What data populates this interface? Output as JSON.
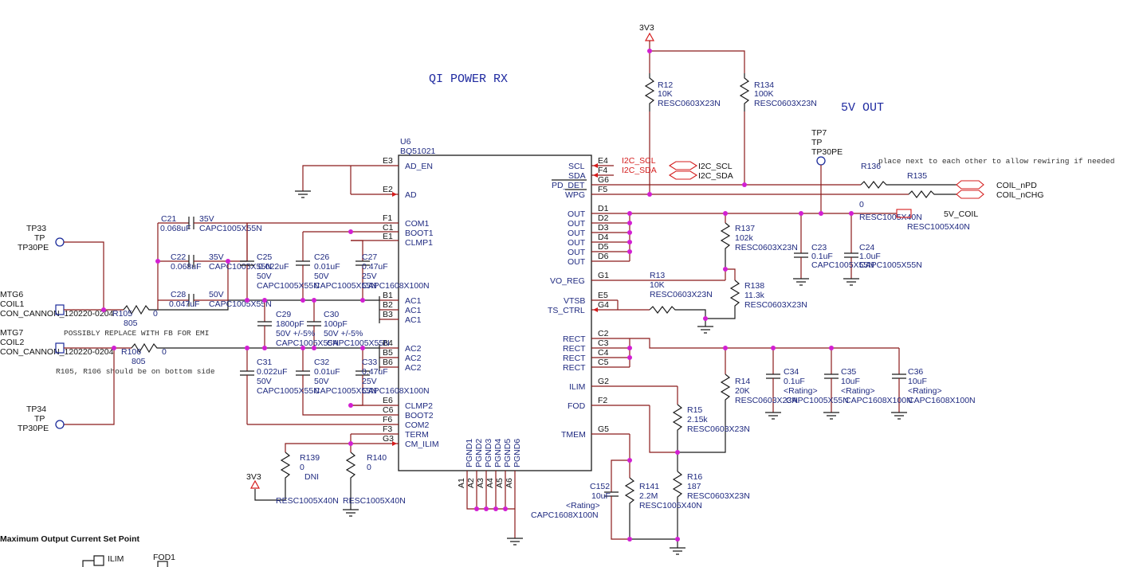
{
  "titles": {
    "main": "QI POWER RX",
    "out": "5V OUT",
    "note_rewire": "place next to each other to allow rewiring if needed",
    "note_fb": "POSSIBLY REPLACE WITH FB FOR EMI",
    "note_bottom": "R105, R106 should be on bottom side",
    "max_current": "Maximum Output Current Set Point"
  },
  "power": {
    "top": "3V3",
    "bottom": "3V3"
  },
  "ic": {
    "ref": "U6",
    "part": "BQ51021",
    "left_pins": [
      {
        "num": "E3",
        "name": "AD_EN"
      },
      {
        "num": "E2",
        "name": "AD"
      },
      {
        "num": "F1",
        "name": "COM1"
      },
      {
        "num": "C1",
        "name": "BOOT1"
      },
      {
        "num": "E1",
        "name": "CLMP1"
      },
      {
        "num": "B1",
        "name": "AC1"
      },
      {
        "num": "B2",
        "name": "AC1"
      },
      {
        "num": "B3",
        "name": "AC1"
      },
      {
        "num": "B4",
        "name": "AC2"
      },
      {
        "num": "B5",
        "name": "AC2"
      },
      {
        "num": "B6",
        "name": "AC2"
      },
      {
        "num": "E6",
        "name": "CLMP2"
      },
      {
        "num": "C6",
        "name": "BOOT2"
      },
      {
        "num": "F6",
        "name": "COM2"
      },
      {
        "num": "F3",
        "name": "TERM"
      },
      {
        "num": "G3",
        "name": "CM_ILIM"
      }
    ],
    "right_pins": [
      {
        "num": "E4",
        "name": "SCL"
      },
      {
        "num": "F4",
        "name": "SDA"
      },
      {
        "num": "G6",
        "name": "PD_DET"
      },
      {
        "num": "F5",
        "name": "WPG"
      },
      {
        "num": "D1",
        "name": "OUT"
      },
      {
        "num": "D2",
        "name": "OUT"
      },
      {
        "num": "D3",
        "name": "OUT"
      },
      {
        "num": "D4",
        "name": "OUT"
      },
      {
        "num": "D5",
        "name": "OUT"
      },
      {
        "num": "D6",
        "name": "OUT"
      },
      {
        "num": "G1",
        "name": "VO_REG"
      },
      {
        "num": "E5",
        "name": "VTSB"
      },
      {
        "num": "G4",
        "name": "TS_CTRL"
      },
      {
        "num": "C2",
        "name": "RECT"
      },
      {
        "num": "C3",
        "name": "RECT"
      },
      {
        "num": "C4",
        "name": "RECT"
      },
      {
        "num": "C5",
        "name": "RECT"
      },
      {
        "num": "G2",
        "name": "ILIM"
      },
      {
        "num": "F2",
        "name": "FOD"
      },
      {
        "num": "G5",
        "name": "TMEM"
      }
    ],
    "bottom_pins": [
      {
        "num": "A1",
        "name": "PGND1"
      },
      {
        "num": "A2",
        "name": "PGND2"
      },
      {
        "num": "A3",
        "name": "PGND3"
      },
      {
        "num": "A4",
        "name": "PGND4"
      },
      {
        "num": "A5",
        "name": "PGND5"
      },
      {
        "num": "A6",
        "name": "PGND6"
      }
    ]
  },
  "nets": {
    "i2c_scl": "I2C_SCL",
    "i2c_sda": "I2C_SDA",
    "coil_npd": "COIL_nPD",
    "coil_nchg": "COIL_nCHG",
    "v5_coil": "5V_COIL"
  },
  "parts": {
    "r12": [
      "R12",
      "10K",
      "RESC0603X23N"
    ],
    "r134": [
      "R134",
      "100K",
      "RESC0603X23N"
    ],
    "tp7": [
      "TP7",
      "TP",
      "TP30PE"
    ],
    "r136": [
      "R136",
      "0",
      "RESC1005X40N"
    ],
    "r135": [
      "R135",
      "RESC1005X40N"
    ],
    "r137": [
      "R137",
      "102k",
      "RESC0603X23N"
    ],
    "r138": [
      "R138",
      "11.3k",
      "RESC0603X23N"
    ],
    "r13": [
      "R13",
      "10K",
      "RESC0603X23N"
    ],
    "c23": [
      "C23",
      "0.1uF",
      "CAPC1005X55N"
    ],
    "c24": [
      "C24",
      "1.0uF",
      "CAPC1005X55N"
    ],
    "r14": [
      "R14",
      "20K",
      "RESC0603X23N"
    ],
    "r15": [
      "R15",
      "2.15k",
      "RESC0603X23N"
    ],
    "r16": [
      "R16",
      "187",
      "RESC0603X23N"
    ],
    "r141": [
      "R141",
      "2.2M",
      "RESC1005X40N"
    ],
    "c152": [
      "C152",
      "10uF",
      "<Rating>",
      "CAPC1608X100N"
    ],
    "c34": [
      "C34",
      "0.1uF",
      "<Rating>",
      "CAPC1005X55N"
    ],
    "c35": [
      "C35",
      "10uF",
      "<Rating>",
      "CAPC1608X100N"
    ],
    "c36": [
      "C36",
      "10uF",
      "<Rating>",
      "CAPC1608X100N"
    ],
    "tp33": [
      "TP33",
      "TP",
      "TP30PE"
    ],
    "tp34": [
      "TP34",
      "TP",
      "TP30PE"
    ],
    "mtg6": [
      "MTG6",
      "COIL1",
      "CON_CANNON_120220-0204"
    ],
    "mtg7": [
      "MTG7",
      "COIL2",
      "CON_CANNON_120220-0204"
    ],
    "r105": [
      "R105",
      "805",
      "0"
    ],
    "r106": [
      "R106",
      "805",
      "0"
    ],
    "c21": [
      "C21",
      "0.068uF",
      "35V",
      "CAPC1005X55N"
    ],
    "c22": [
      "C22",
      "0.068uF",
      "35V",
      "CAPC1005X55N"
    ],
    "c28": [
      "C28",
      "0.047uF",
      "50V",
      "CAPC1005X55N"
    ],
    "c25": [
      "C25",
      "0.022uF",
      "50V",
      "CAPC1005X55N"
    ],
    "c26": [
      "C26",
      "0.01uF",
      "50V",
      "CAPC1005X55N"
    ],
    "c27": [
      "C27",
      "0.47uF",
      "25V",
      "CAPC1608X100N"
    ],
    "c29": [
      "C29",
      "1800pF",
      "50V +/-5%",
      "CAPC1005X55N"
    ],
    "c30": [
      "C30",
      "100pF",
      "50V +/-5%",
      "CAPC1005X55N"
    ],
    "c31": [
      "C31",
      "0.022uF",
      "50V",
      "CAPC1005X55N"
    ],
    "c32": [
      "C32",
      "0.01uF",
      "50V",
      "CAPC1005X55N"
    ],
    "c33": [
      "C33",
      "0.47uF",
      "25V",
      "CAPC1608X100N"
    ],
    "r139": [
      "R139",
      "0",
      "DNI",
      "RESC1005X40N"
    ],
    "r140": [
      "R140",
      "0",
      "RESC1005X40N"
    ]
  },
  "bottom_labels": {
    "ilim": "ILIM",
    "fod1": "FOD1"
  },
  "colors": {
    "wire": "#8b1a1a",
    "junction": "#d21fd2",
    "label": "#1f2a80",
    "netlabel": "#d41c1c"
  }
}
